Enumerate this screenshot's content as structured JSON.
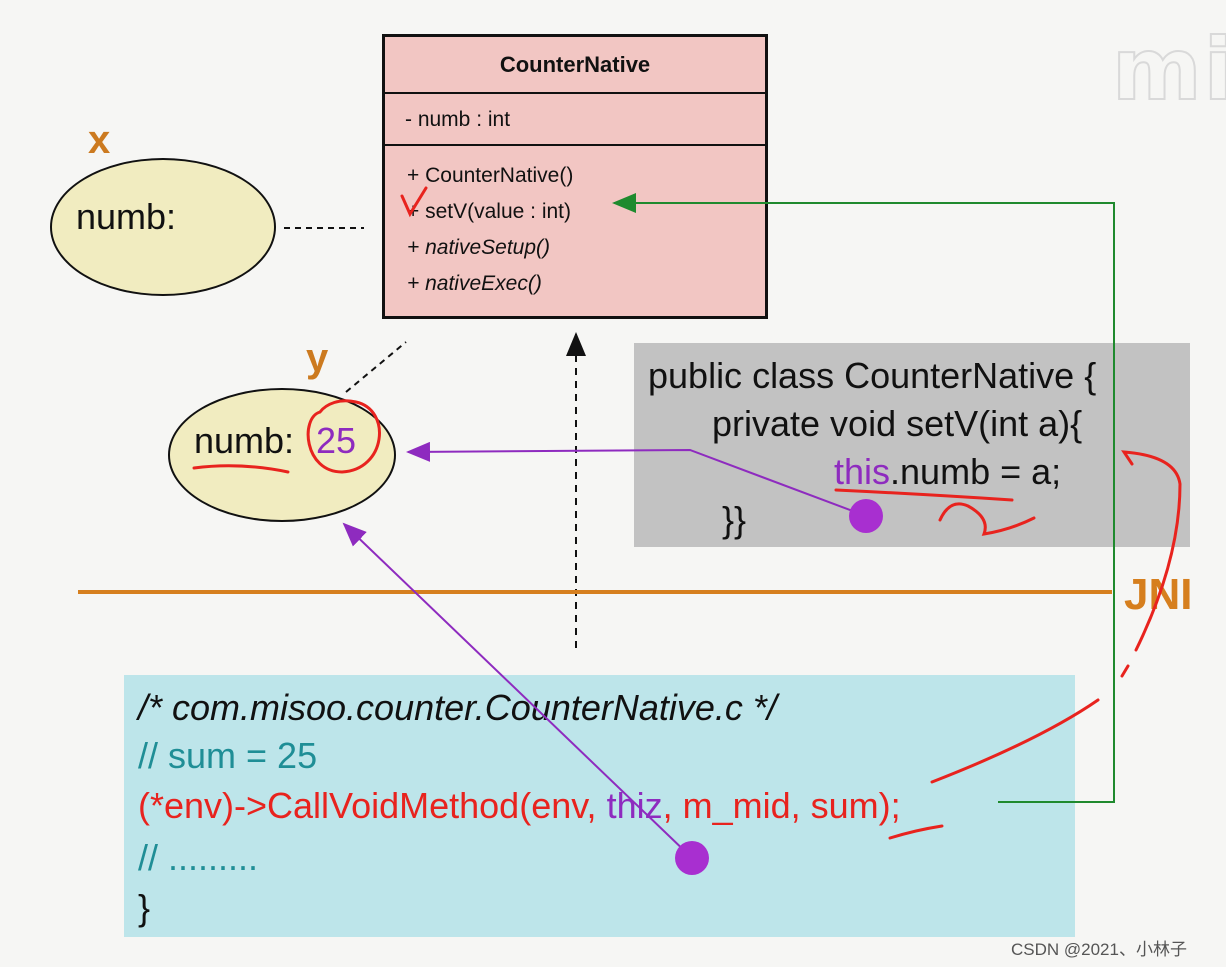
{
  "watermark": "mi",
  "uml": {
    "class_name": "CounterNative",
    "attribute": "- numb : int",
    "methods": [
      "+ CounterNative()",
      "+ setV(value : int)",
      "+ nativeSetup()",
      "+ nativeExec()"
    ]
  },
  "objects": {
    "x": {
      "label": "x",
      "field": "numb:"
    },
    "y": {
      "label": "y",
      "field": "numb:",
      "value": "25"
    }
  },
  "java_code": {
    "line1": "public class CounterNative {",
    "line2": "private void setV(int a){",
    "line3_kw": "this",
    "line3_rest": ".numb = a;",
    "line4": "}}"
  },
  "c_code": {
    "comment1": "/*  com.misoo.counter.CounterNative.c  */",
    "comment2": "//  sum = 25",
    "call_a": "(*env)->CallVoidMethod(env, ",
    "call_thiz": "thiz",
    "call_b": ", m_mid, sum);",
    "comment3": "// .........",
    "brace": "}"
  },
  "jni_label": "JNI",
  "footer": "CSDN @2021、小林子",
  "colors": {
    "uml_fill": "#f2c6c3",
    "object_fill": "#f1ecc0",
    "java_panel": "#c2c2c2",
    "c_panel": "#bde5ea",
    "orange": "#d67f1e",
    "purple": "#8e2bbf",
    "green": "#1f8a2e",
    "red_ink": "#e8231e",
    "teal_comment": "#1f8e96"
  }
}
